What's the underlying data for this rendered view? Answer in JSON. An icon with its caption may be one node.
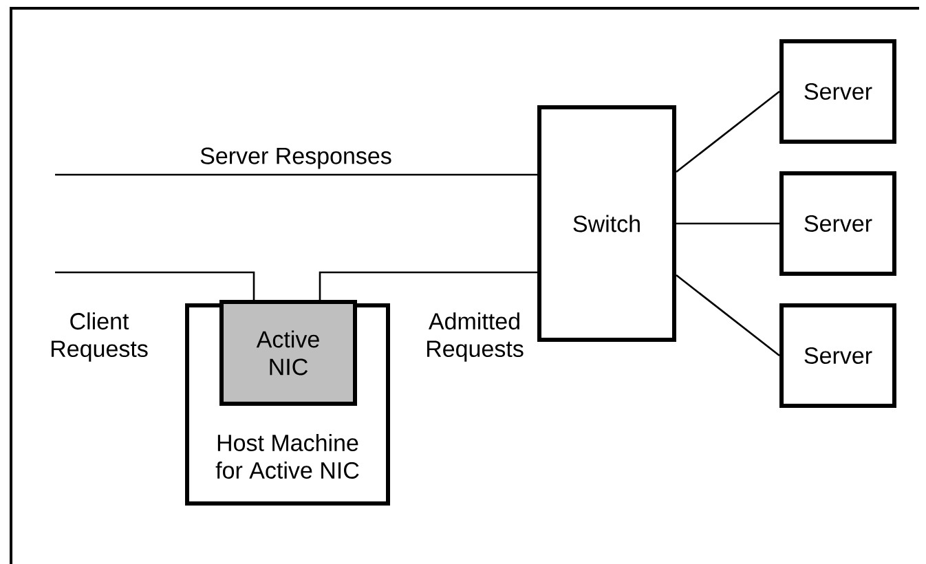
{
  "diagram": {
    "nodes": [
      {
        "text": [
          "Host Machine for Active NIC"
        ]
      },
      {
        "text": [
          "Active NIC"
        ],
        "in": 0
      },
      {
        "text": [
          "Switch"
        ]
      },
      {
        "text": [
          "Server"
        ]
      },
      {
        "text": [
          "Server"
        ]
      },
      {
        "text": [
          "Server"
        ]
      }
    ],
    "edges": [
      {
        "from": null,
        "to": 1,
        "arrow": "none",
        "label": "Client Requests"
      },
      {
        "from": 1,
        "to": 2,
        "arrow": "none",
        "label": "Admitted Requests"
      },
      {
        "from": 2,
        "to": null,
        "arrow": "none",
        "label": "Server Responses"
      },
      {
        "from": 2,
        "to": 3,
        "arrow": "none"
      },
      {
        "from": 2,
        "to": 4,
        "arrow": "none"
      },
      {
        "from": 2,
        "to": 5,
        "arrow": "none"
      }
    ]
  }
}
